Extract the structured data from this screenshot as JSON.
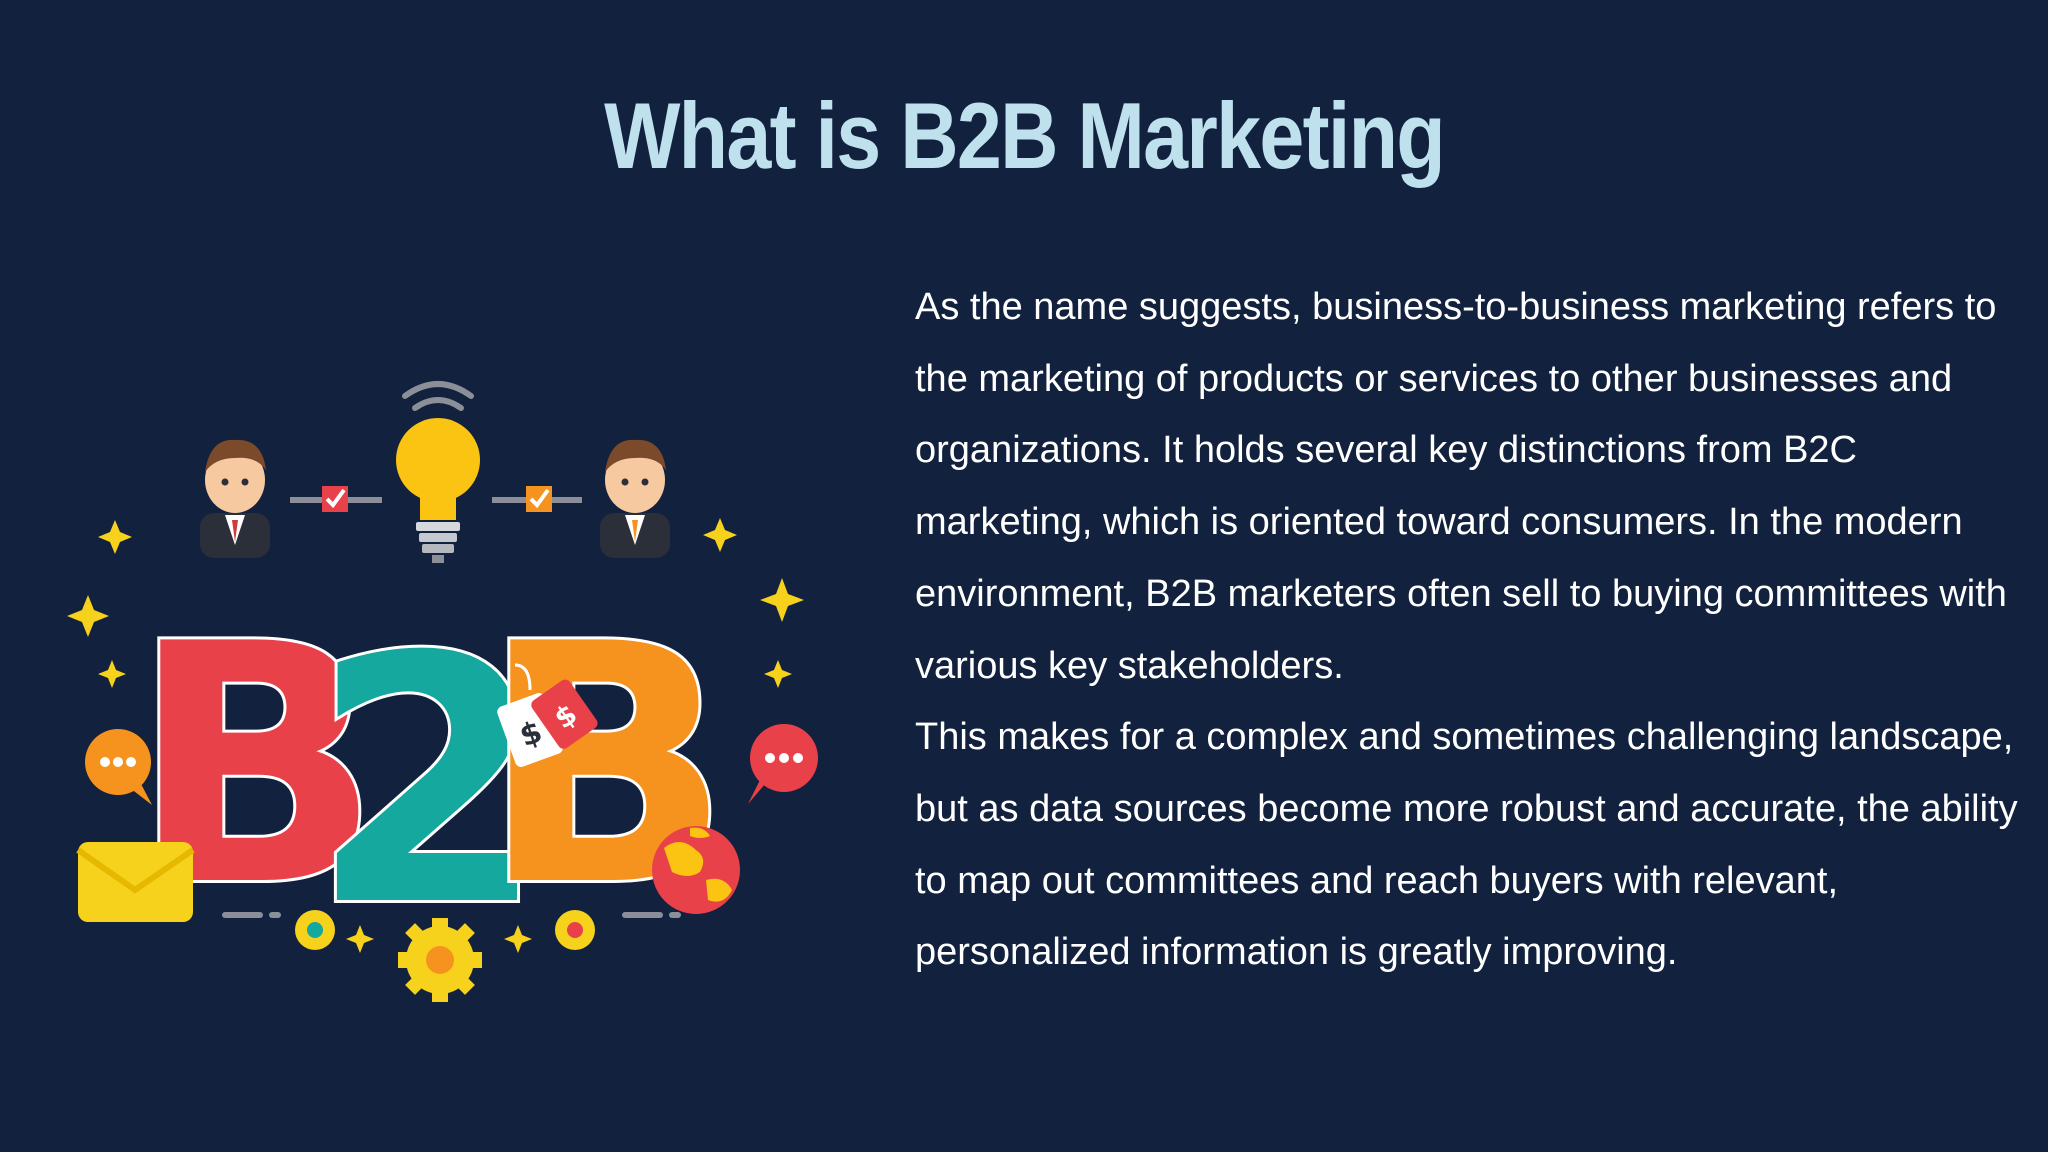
{
  "slide": {
    "title": "What is B2B Marketing",
    "paragraphs": [
      "As the name suggests, business-to-business marketing refers to the marketing of products or services to other businesses and organizations. It holds several key distinctions from B2C marketing, which is oriented toward consumers. In the modern environment, B2B marketers often sell to buying committees with various key stakeholders.",
      "This makes for a complex and sometimes challenging landscape, but as data sources become more robust and accurate, the ability to map out committees and reach buyers with relevant, personalized information is greatly improving."
    ]
  },
  "illustration": {
    "letters": [
      "B",
      "2",
      "B"
    ],
    "tag_symbols": [
      "$",
      "$"
    ],
    "icons": [
      "businessman-icon",
      "lightbulb-icon",
      "wifi-icon",
      "checkbox-icon",
      "envelope-icon",
      "speech-bubble-icon",
      "globe-icon",
      "gear-icon",
      "price-tag-icon",
      "sparkle-icon"
    ]
  },
  "colors": {
    "background": "#12213d",
    "title": "#bfe1ee",
    "text": "#ffffff",
    "letter_b1": "#e8414a",
    "letter_2": "#14a89f",
    "letter_b2": "#f6921e",
    "accent_yellow": "#f7d21d"
  }
}
